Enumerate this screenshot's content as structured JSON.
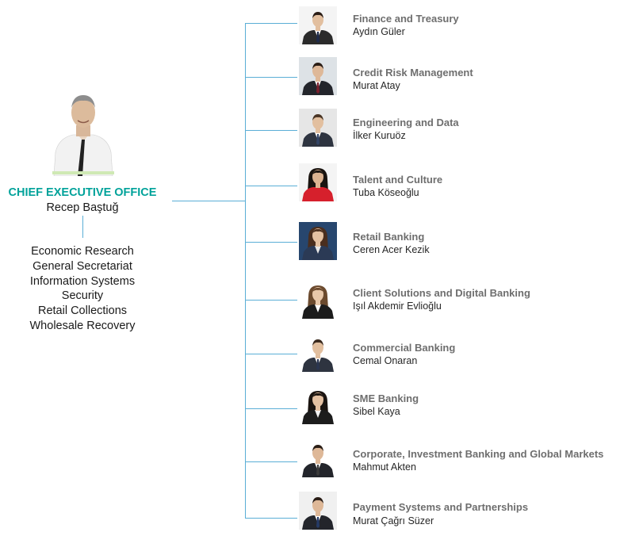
{
  "ceo": {
    "title": "CHIEF EXECUTIVE OFFICE",
    "name": "Recep Baştuğ",
    "units": [
      "Economic Research",
      "General Secretariat",
      "Information Systems",
      "Security",
      "Retail Collections",
      "Wholesale Recovery"
    ]
  },
  "members": [
    {
      "department": "Finance and Treasury",
      "name": "Aydın Güler"
    },
    {
      "department": "Credit Risk  Management",
      "name": "Murat Atay"
    },
    {
      "department": "Engineering and Data",
      "name": "İlker Kuruöz"
    },
    {
      "department": "Talent and Culture",
      "name": "Tuba  Köseoğlu"
    },
    {
      "department": "Retail Banking",
      "name": "Ceren  Acer Kezik"
    },
    {
      "department": "Client Solutions and Digital Banking",
      "name": "Işıl Akdemir Evlioğlu"
    },
    {
      "department": "Commercial Banking",
      "name": "Cemal Onaran"
    },
    {
      "department": "SME Banking",
      "name": "Sibel Kaya"
    },
    {
      "department": "Corporate, Investment Banking and Global Markets",
      "name": "Mahmut Akten"
    },
    {
      "department": "Payment Systems  and Partnerships",
      "name": "Murat Çağrı Süzer"
    }
  ],
  "colors": {
    "accent": "#00a29a",
    "connector": "#5aaed6",
    "department_text": "#6e6e6e"
  },
  "icons": {
    "ceo_photo": "person-portrait-icon",
    "member_photo": "person-portrait-icon"
  }
}
